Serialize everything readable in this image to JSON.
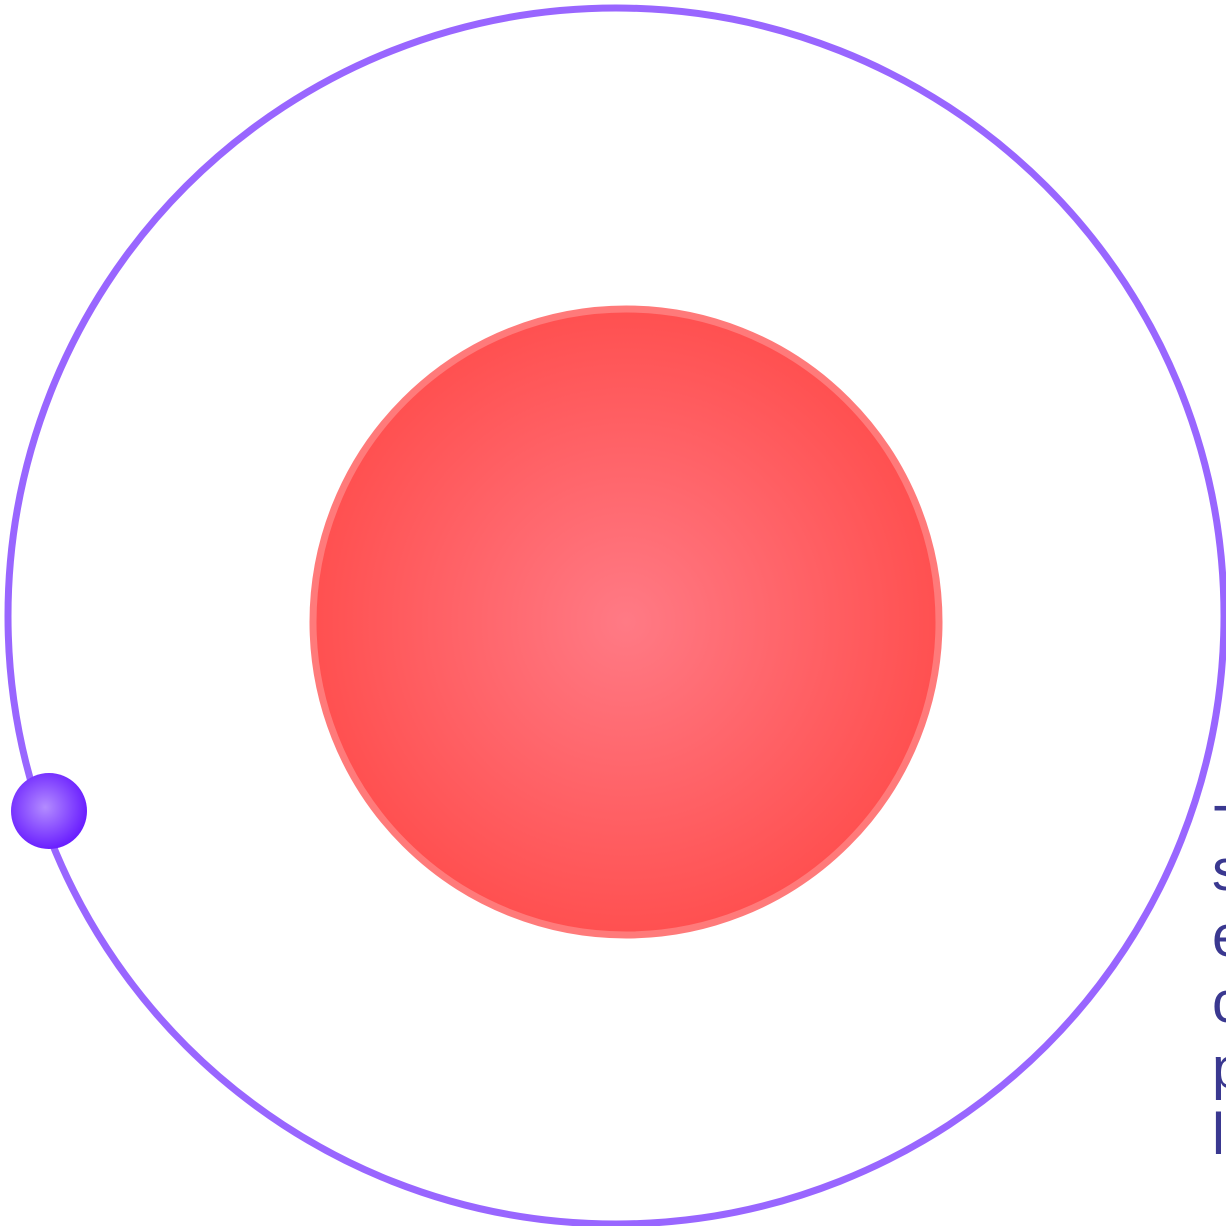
{
  "diagram": {
    "colors": {
      "orbit": "#9966ff",
      "nucleus_edge": "#ff7a7a",
      "nucleus_center": "#ff7a85",
      "nucleus_outer": "#ff5050",
      "electron_light": "#b38cff",
      "electron_dark": "#6a1fff",
      "text": "#3a3890"
    },
    "nodes": [
      {
        "id": "nucleus",
        "label": ""
      },
      {
        "id": "orbit",
        "label": ""
      },
      {
        "id": "electron",
        "label": ""
      }
    ],
    "clipped_text_lines": [
      "-",
      "s",
      "e",
      "c",
      "p",
      "l"
    ]
  }
}
